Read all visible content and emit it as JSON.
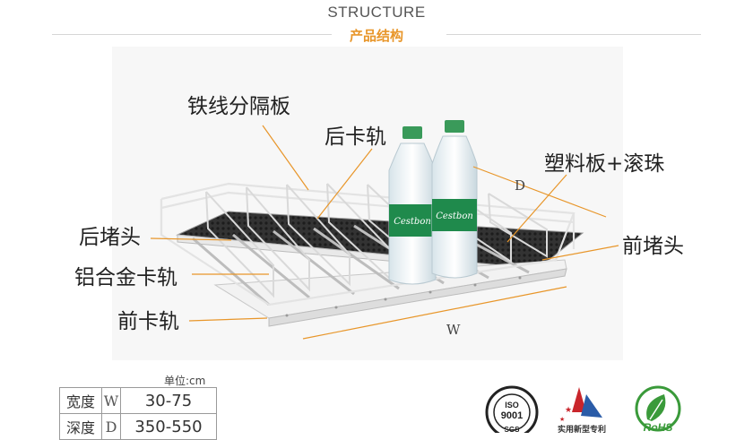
{
  "header": {
    "title": "STRUCTURE",
    "subtitle": "产品结构"
  },
  "diagram": {
    "labels": {
      "wire_divider": "铁线分隔板",
      "rear_rail": "后卡轨",
      "plastic_roller": "塑料板+滚珠",
      "rear_end_cap": "后堵头",
      "front_end_cap": "前堵头",
      "aluminum_rail": "铝合金卡轨",
      "front_rail": "前卡轨"
    },
    "dimension_w": "W",
    "dimension_d": "D",
    "bottle_brand": "Cestbon",
    "colors": {
      "leader_line": "#e8962a",
      "wire": "#ececec",
      "mat": "#2e2e2e",
      "bottle_label": "#1f8a4c"
    }
  },
  "spec": {
    "unit": "单位:cm",
    "rows": [
      {
        "name": "宽度",
        "code": "W",
        "value": "30-75"
      },
      {
        "name": "深度",
        "code": "D",
        "value": "350-550"
      }
    ]
  },
  "certs": {
    "iso_top": "ISO",
    "iso_num": "9001",
    "iso_bottom": "SGS",
    "patent": "实用新型专利",
    "rohs": "RoHS"
  }
}
